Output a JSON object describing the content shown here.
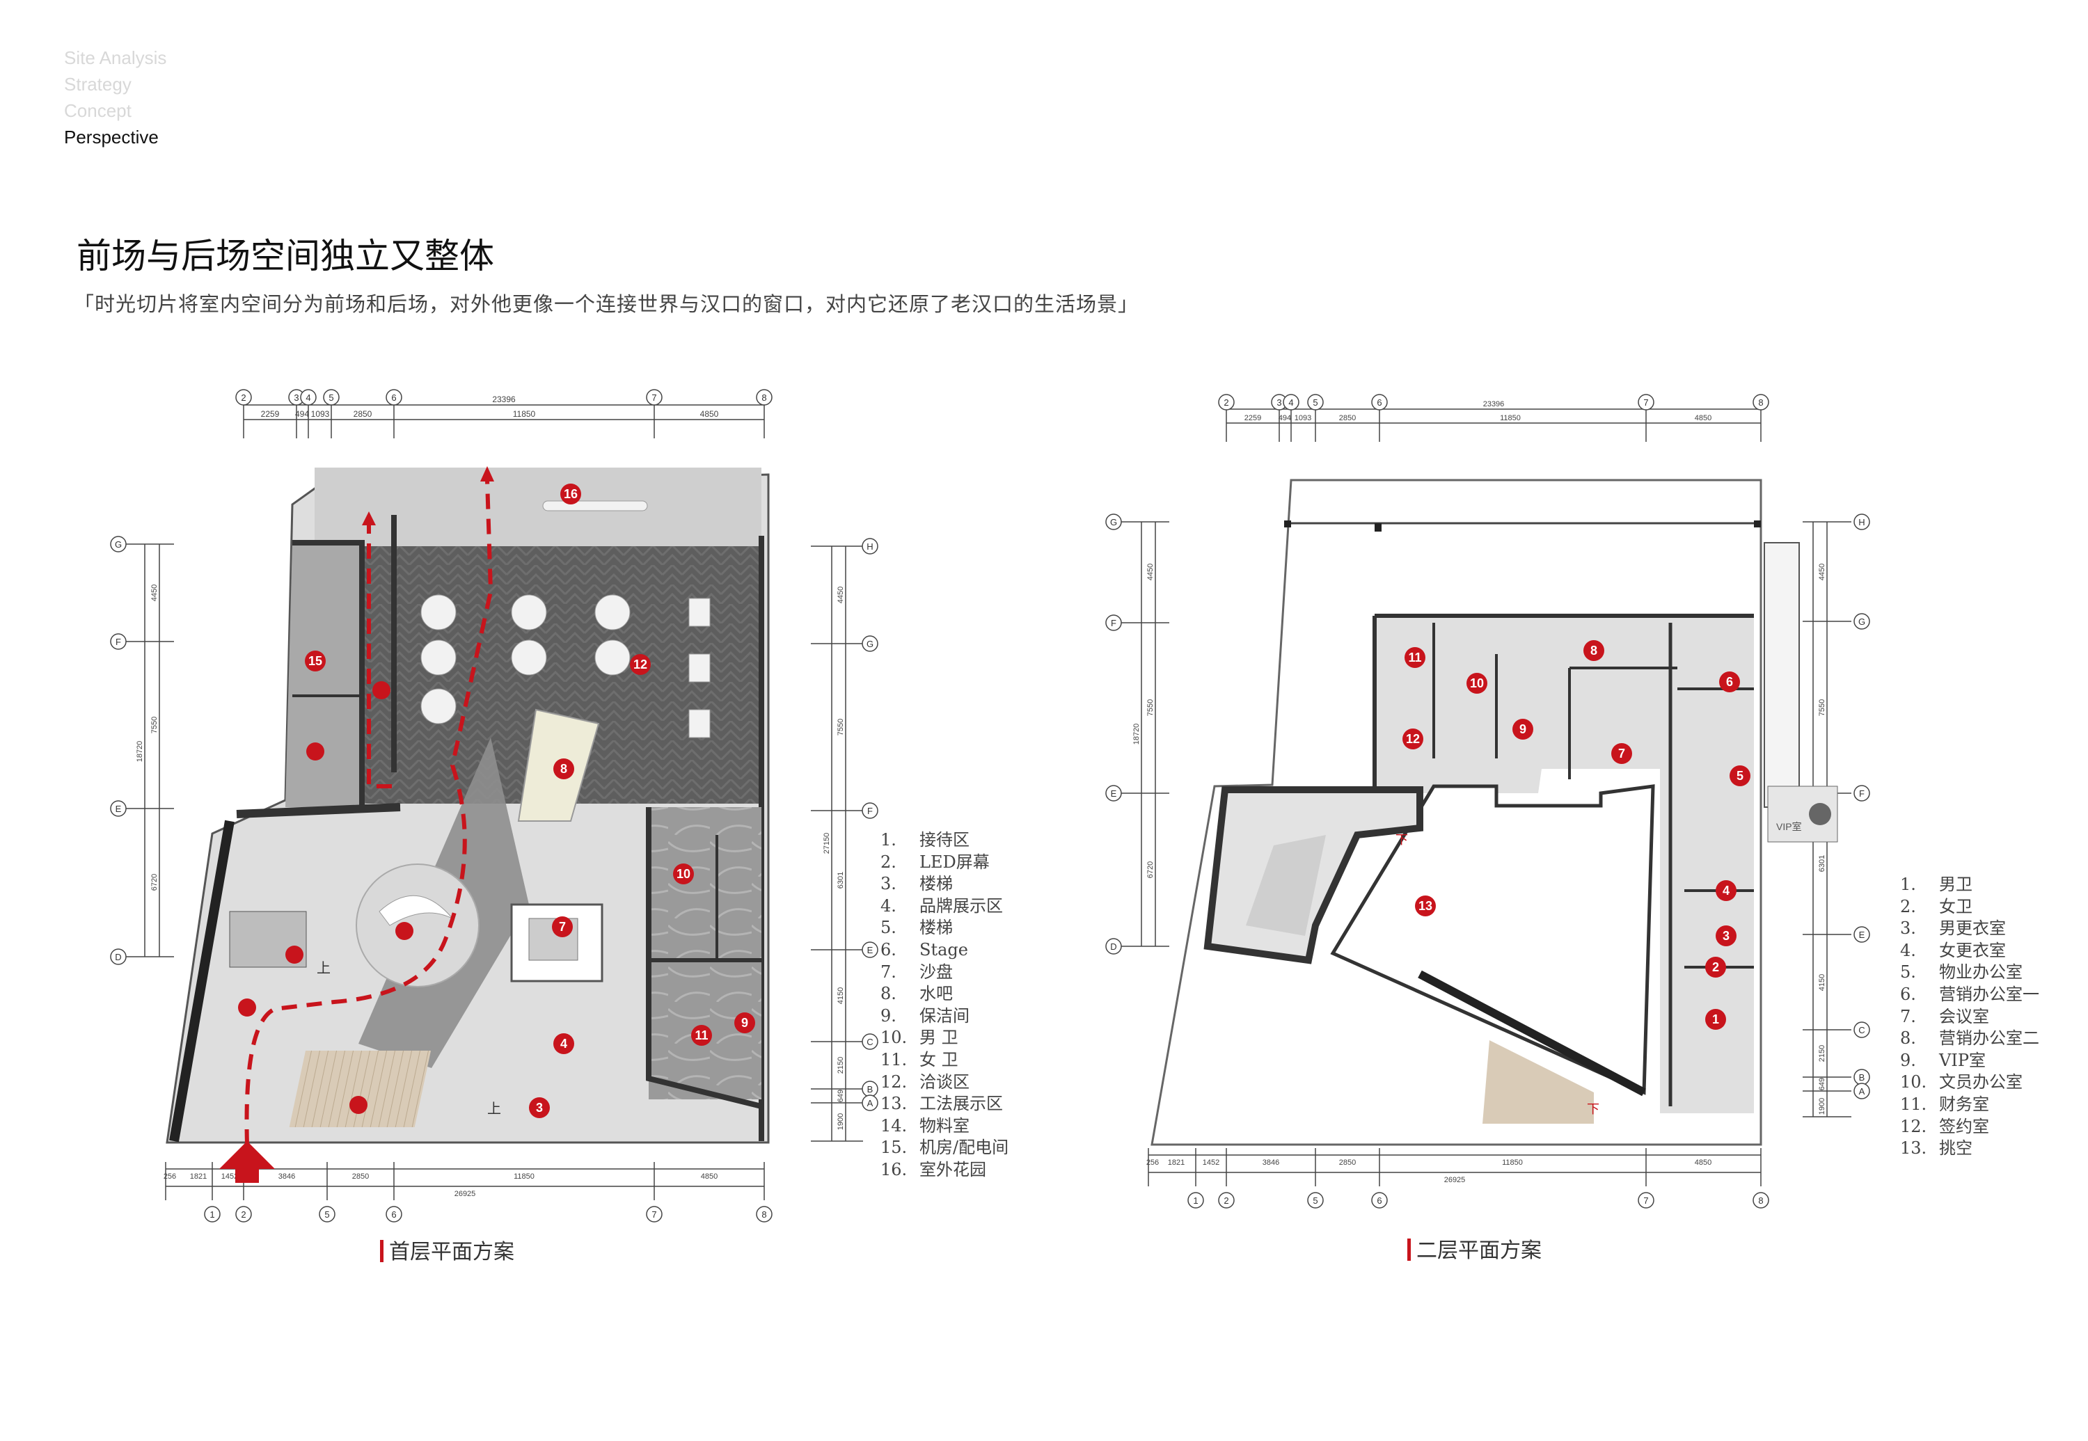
{
  "nav": {
    "items": [
      {
        "label": "Site Analysis",
        "active": false
      },
      {
        "label": "Strategy",
        "active": false
      },
      {
        "label": "Concept",
        "active": false
      },
      {
        "label": "Perspective",
        "active": true
      }
    ]
  },
  "header": {
    "title": "前场与后场空间独立又整体",
    "subtitle": "「时光切片将室内空间分为前场和后场，对外他更像一个连接世界与汉口的窗口，对内它还原了老汉口的生活场景」"
  },
  "colors": {
    "accent": "#c8141c",
    "dark_floor": "#5e5e5e",
    "light_floor": "#d2d2d2",
    "wall": "#333333"
  },
  "plans": [
    {
      "id": "floor1",
      "caption": "首层平面方案",
      "top_axes": [
        "2",
        "3",
        "4",
        "5",
        "6",
        "7",
        "8"
      ],
      "top_total": "23396",
      "top_dims": [
        "2259",
        "494",
        "1093",
        "2850",
        "11850",
        "4850"
      ],
      "bottom_axes": [
        "1",
        "2",
        "5",
        "6",
        "7",
        "8"
      ],
      "bottom_total": "26925",
      "bottom_dims": [
        "256",
        "1821",
        "1452",
        "3846",
        "2850",
        "11850",
        "4850"
      ],
      "left_axes": [
        "G",
        "F",
        "E",
        "D"
      ],
      "left_total": "18720",
      "left_dims": [
        "4450",
        "7550",
        "6720"
      ],
      "right_axes": [
        "H",
        "G",
        "F",
        "E",
        "C",
        "B",
        "A"
      ],
      "right_total": "27150",
      "right_dims": [
        "4450",
        "7550",
        "6301",
        "4150",
        "2150",
        "649",
        "1900"
      ],
      "room_numbers": [
        "16",
        "15",
        "12",
        "8",
        "10",
        "7",
        "11",
        "9",
        "3",
        "4"
      ],
      "stair_labels": [
        "上",
        "上"
      ],
      "legend": [
        {
          "num": "1.",
          "label": "接待区"
        },
        {
          "num": "2.",
          "label": "LED屏幕"
        },
        {
          "num": "3.",
          "label": "楼梯"
        },
        {
          "num": "4.",
          "label": "品牌展示区"
        },
        {
          "num": "5.",
          "label": "楼梯"
        },
        {
          "num": "6.",
          "label": "Stage"
        },
        {
          "num": "7.",
          "label": "沙盘"
        },
        {
          "num": "8.",
          "label": "水吧"
        },
        {
          "num": "9.",
          "label": "保洁间"
        },
        {
          "num": "10.",
          "label": "男 卫"
        },
        {
          "num": "11.",
          "label": "女 卫"
        },
        {
          "num": "12.",
          "label": "洽谈区"
        },
        {
          "num": "13.",
          "label": "工法展示区"
        },
        {
          "num": "14.",
          "label": "物料室"
        },
        {
          "num": "15.",
          "label": "机房/配电间"
        },
        {
          "num": "16.",
          "label": "室外花园"
        }
      ]
    },
    {
      "id": "floor2",
      "caption": "二层平面方案",
      "top_axes": [
        "2",
        "3",
        "4",
        "5",
        "6",
        "7",
        "8"
      ],
      "top_total": "23396",
      "top_dims": [
        "2259",
        "494",
        "1093",
        "2850",
        "11850",
        "4850"
      ],
      "bottom_axes": [
        "1",
        "2",
        "5",
        "6",
        "7",
        "8"
      ],
      "bottom_total": "26925",
      "bottom_dims": [
        "256",
        "1821",
        "1452",
        "3846",
        "2850",
        "11850",
        "4850"
      ],
      "left_axes": [
        "G",
        "F",
        "E",
        "D"
      ],
      "left_total": "18720",
      "left_dims": [
        "4450",
        "7550",
        "6720"
      ],
      "right_axes": [
        "H",
        "G",
        "F",
        "E",
        "C",
        "B",
        "A"
      ],
      "right_total": "27150",
      "right_dims": [
        "4450",
        "7550",
        "6301",
        "4150",
        "2150",
        "649",
        "1900"
      ],
      "room_numbers": [
        "11",
        "10",
        "8",
        "6",
        "12",
        "9",
        "7",
        "5",
        "4",
        "13",
        "3",
        "2",
        "1"
      ],
      "stair_labels": [
        "下",
        "下"
      ],
      "vip_label": "VIP室",
      "legend": [
        {
          "num": "1.",
          "label": "男卫"
        },
        {
          "num": "2.",
          "label": "女卫"
        },
        {
          "num": "3.",
          "label": "男更衣室"
        },
        {
          "num": "4.",
          "label": "女更衣室"
        },
        {
          "num": "5.",
          "label": "物业办公室"
        },
        {
          "num": "6.",
          "label": "营销办公室一"
        },
        {
          "num": "7.",
          "label": "会议室"
        },
        {
          "num": "8.",
          "label": "营销办公室二"
        },
        {
          "num": "9.",
          "label": "VIP室"
        },
        {
          "num": "10.",
          "label": "文员办公室"
        },
        {
          "num": "11.",
          "label": "财务室"
        },
        {
          "num": "12.",
          "label": "签约室"
        },
        {
          "num": "13.",
          "label": "挑空"
        }
      ]
    }
  ]
}
